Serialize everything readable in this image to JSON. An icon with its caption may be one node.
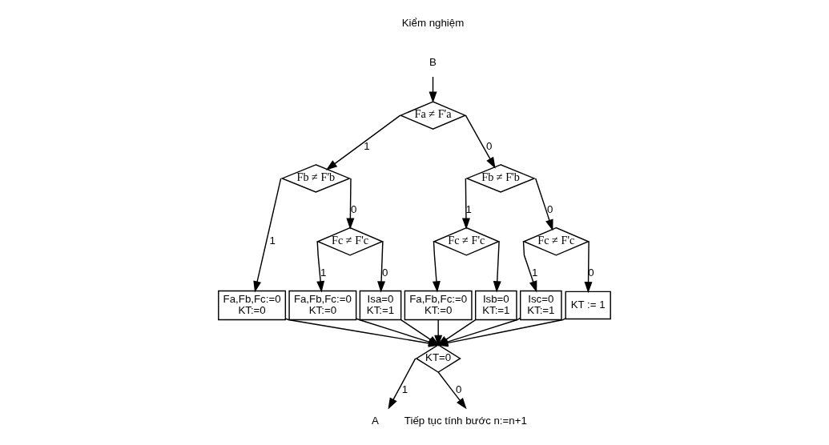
{
  "diagram": {
    "nodes": [
      {
        "text": [
          "B"
        ]
      },
      {
        "text": [
          "Fa ≠ F'a"
        ]
      },
      {
        "text": [
          "Fb ≠ F'b"
        ]
      },
      {
        "text": [
          "Fb ≠ F'b"
        ]
      },
      {
        "text": [
          "Fc ≠ F'c"
        ]
      },
      {
        "text": [
          "Fc ≠ F'c"
        ]
      },
      {
        "text": [
          "Fc ≠ F'c"
        ]
      },
      {
        "text": [
          "Fa,Fb,Fc:=0",
          "KT:=0"
        ]
      },
      {
        "text": [
          "Fa,Fb,Fc:=0",
          "KT:=0"
        ]
      },
      {
        "text": [
          "Isa=0",
          "KT:=1"
        ]
      },
      {
        "text": [
          "Fa,Fb,Fc:=0",
          "KT:=0"
        ]
      },
      {
        "text": [
          "Isb=0",
          "KT:=1"
        ]
      },
      {
        "text": [
          "Isc=0",
          "KT:=1"
        ]
      },
      {
        "text": [
          "KT := 1"
        ]
      },
      {
        "text": [
          "KT=0"
        ]
      },
      {
        "text": [
          "A"
        ]
      },
      {
        "text": [
          "Tiếp tục tính bước n:=n+1"
        ]
      }
    ],
    "edges": [
      {
        "from": 0,
        "to": 1,
        "arrow": "to"
      },
      {
        "from": 1,
        "to": 2,
        "arrow": "to",
        "label": "1"
      },
      {
        "from": 1,
        "to": 3,
        "arrow": "to",
        "label": "0"
      },
      {
        "from": 2,
        "to": 7,
        "arrow": "to",
        "label": "1"
      },
      {
        "from": 2,
        "to": 4,
        "arrow": "to",
        "label": "0"
      },
      {
        "from": 4,
        "to": 8,
        "arrow": "to",
        "label": "1"
      },
      {
        "from": 4,
        "to": 9,
        "arrow": "to",
        "label": "0"
      },
      {
        "from": 3,
        "to": 5,
        "arrow": "to",
        "label": "1"
      },
      {
        "from": 3,
        "to": 6,
        "arrow": "to",
        "label": "0"
      },
      {
        "from": 5,
        "to": 10,
        "arrow": "to"
      },
      {
        "from": 5,
        "to": 11,
        "arrow": "to"
      },
      {
        "from": 6,
        "to": 12,
        "arrow": "to",
        "label": "1"
      },
      {
        "from": 6,
        "to": 13,
        "arrow": "to",
        "label": "0"
      },
      {
        "from": 7,
        "to": 14,
        "arrow": "to"
      },
      {
        "from": 8,
        "to": 14,
        "arrow": "to"
      },
      {
        "from": 9,
        "to": 14,
        "arrow": "to"
      },
      {
        "from": 10,
        "to": 14,
        "arrow": "to"
      },
      {
        "from": 11,
        "to": 14,
        "arrow": "to"
      },
      {
        "from": 12,
        "to": 14,
        "arrow": "to"
      },
      {
        "from": 13,
        "to": 14,
        "arrow": "to"
      },
      {
        "from": 14,
        "to": 15,
        "arrow": "to",
        "label": "1"
      },
      {
        "from": 14,
        "to": 16,
        "arrow": "to",
        "label": "0"
      }
    ],
    "labels": [
      "Kiểm nghiệm"
    ]
  }
}
